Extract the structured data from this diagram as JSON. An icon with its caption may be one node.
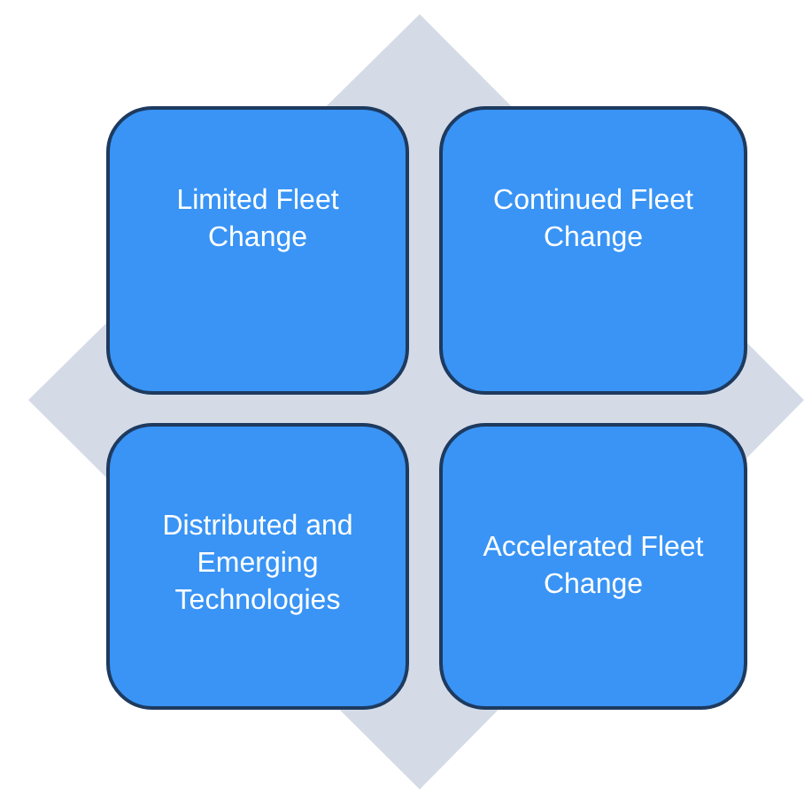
{
  "diagram": {
    "nodes": [
      {
        "text": [
          "Limited Fleet Change"
        ]
      },
      {
        "text": [
          "Continued Fleet Change"
        ]
      },
      {
        "text": [
          "Distributed and Emerging Technologies"
        ]
      },
      {
        "text": [
          "Accelerated Fleet Change"
        ]
      }
    ]
  }
}
